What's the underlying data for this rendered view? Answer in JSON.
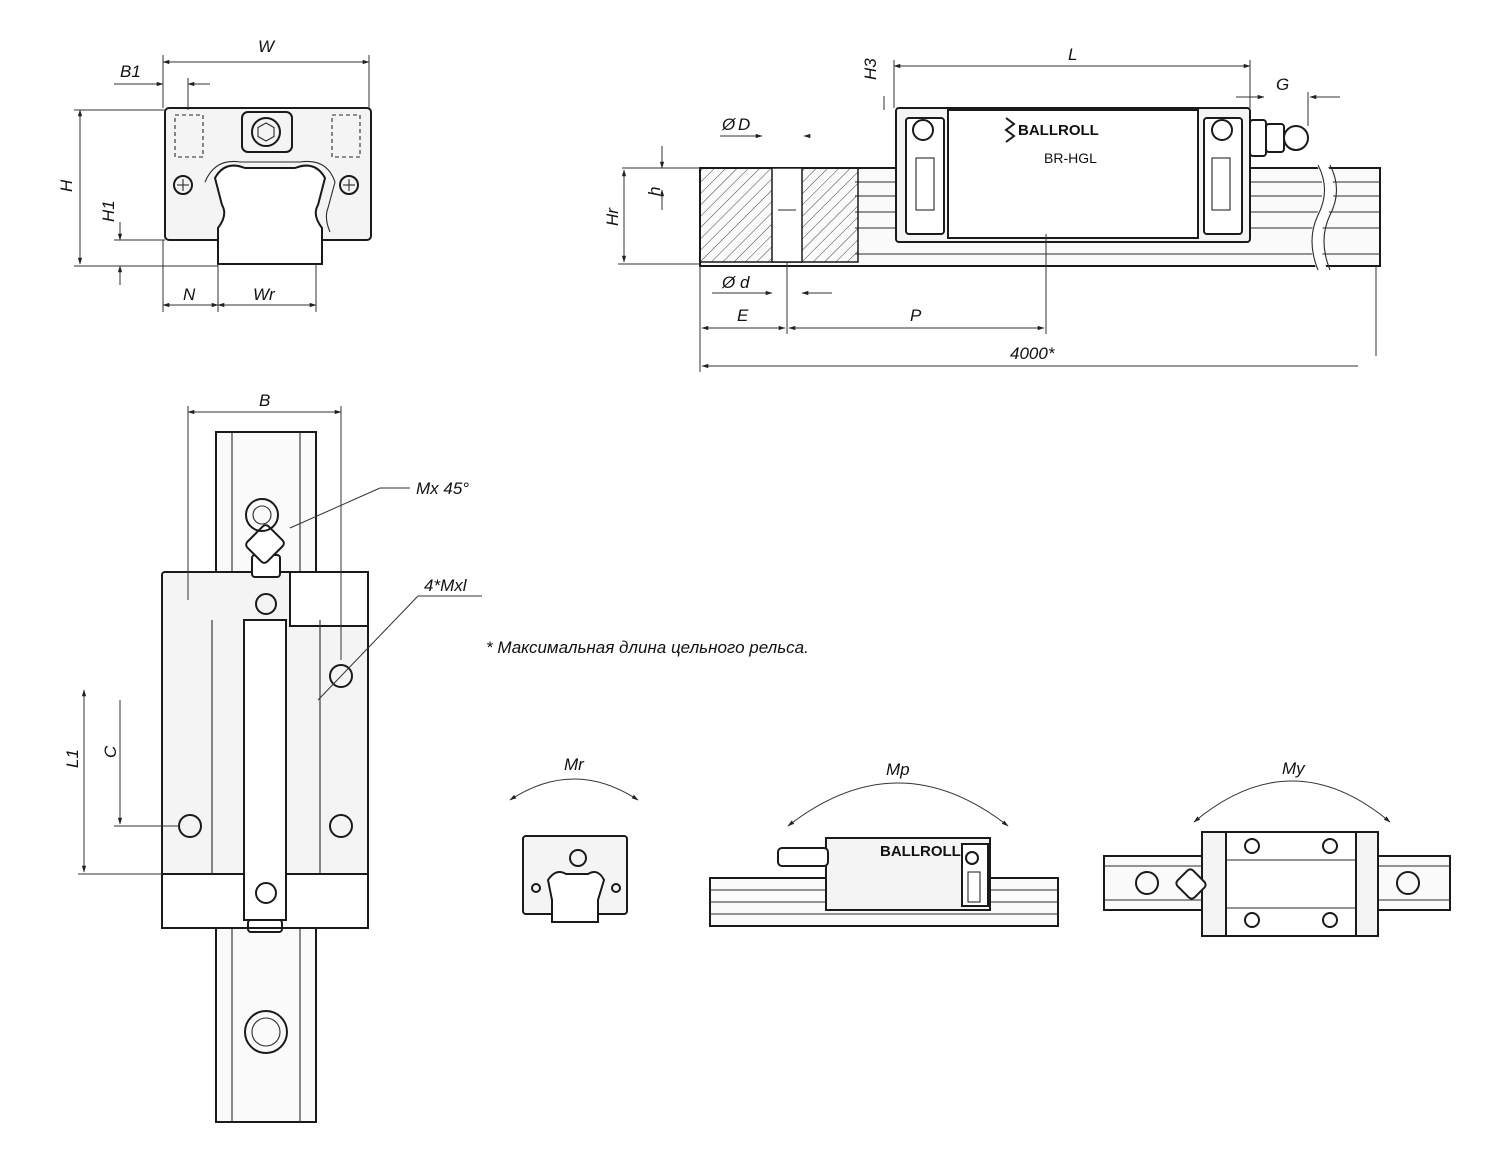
{
  "labels": {
    "W": "W",
    "B1": "B1",
    "H": "H",
    "H1": "H1",
    "N": "N",
    "Wr": "Wr",
    "L": "L",
    "H3": "H3",
    "G": "G",
    "D": "D",
    "h": "h",
    "Hr": "Hr",
    "d": "d",
    "E": "E",
    "P": "P",
    "length": "4000*",
    "B": "B",
    "Mx": "Mx 45°",
    "Mxl": "4*Mxl",
    "L1": "L1",
    "C": "C",
    "Mr": "Mr",
    "Mp": "Mp",
    "My": "My"
  },
  "brand": {
    "name": "BALLROLL",
    "model": "BR-HGL",
    "mini_name": "BALLROLL"
  },
  "note": "* Максимальная длина цельного рельса.",
  "diameter_symbol": "Ø",
  "icons": [
    "ballroll-logo-icon",
    "grease-nipple-icon",
    "hex-socket-icon",
    "screw-icon"
  ]
}
